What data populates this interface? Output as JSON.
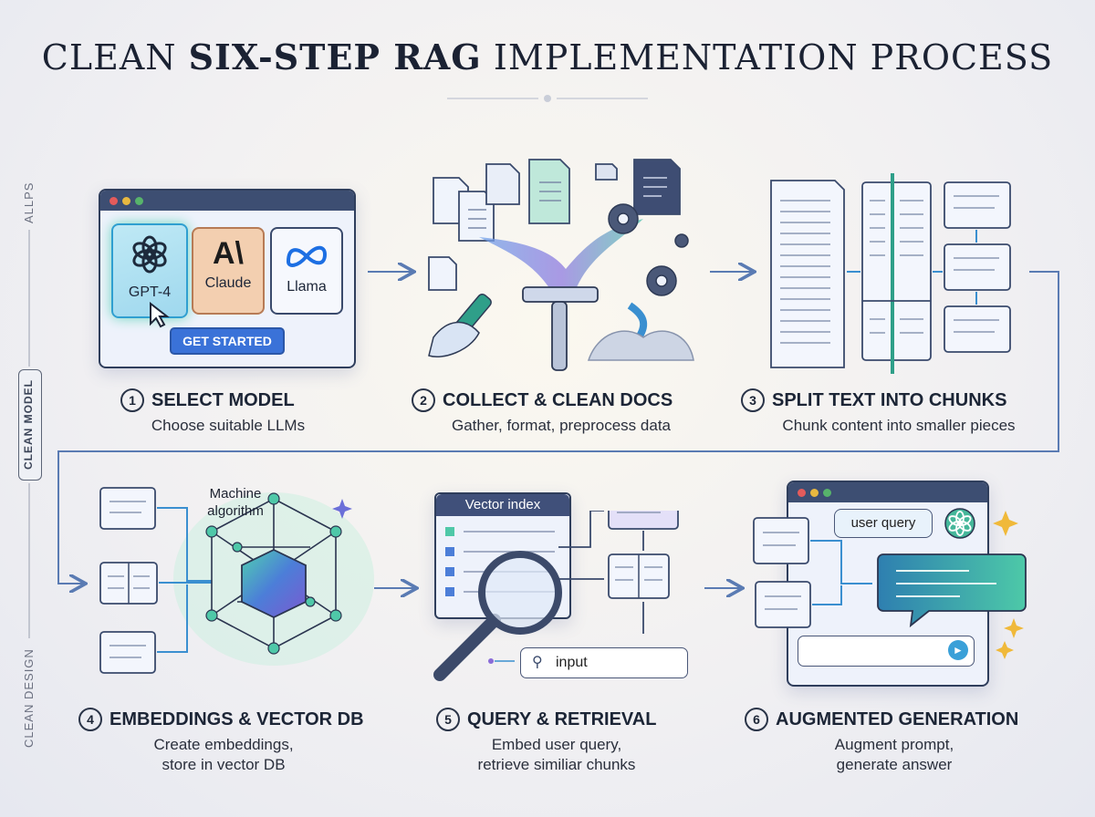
{
  "title": {
    "pre": "CLEAN ",
    "bold": "SIX-STEP RAG",
    "post": " IMPLEMENTATION PROCESS"
  },
  "side_labels": {
    "top": "ALLPS",
    "middle": "CLEAN MODEL",
    "bottom": "CLEAN DESIGN"
  },
  "steps": [
    {
      "num": "1",
      "title": "SELECT MODEL",
      "desc": [
        "Choose suitable LLMs"
      ]
    },
    {
      "num": "2",
      "title": "COLLECT & CLEAN DOCS",
      "desc": [
        "Gather, format, preprocess data"
      ]
    },
    {
      "num": "3",
      "title": "SPLIT TEXT INTO CHUNKS",
      "desc": [
        "Chunk content into smaller pieces"
      ]
    },
    {
      "num": "4",
      "title": "EMBEDDINGS & VECTOR DB",
      "desc": [
        "Create embeddings,",
        "store in vector DB"
      ]
    },
    {
      "num": "5",
      "title": "QUERY & RETRIEVAL",
      "desc": [
        "Embed user query,",
        "retrieve similiar chunks"
      ]
    },
    {
      "num": "6",
      "title": "AUGMENTED GENERATION",
      "desc": [
        "Augment prompt,",
        "generate answer"
      ]
    }
  ],
  "model_cards": [
    {
      "label": "GPT-4",
      "icon": "openai-logo-icon"
    },
    {
      "label": "Claude",
      "icon": "anthropic-logo-icon"
    },
    {
      "label": "Llama",
      "icon": "meta-logo-icon"
    }
  ],
  "get_started_label": "GET STARTED",
  "machine_algorithm_label": [
    "Machine",
    "algorithm"
  ],
  "vector_index_label": "Vector index",
  "input_placeholder": "input",
  "user_query_label": "user query",
  "colors": {
    "accent_blue": "#3a72d8",
    "window_bar": "#3d4e72",
    "teal": "#3bbf9a",
    "purple": "#8a6cd8",
    "arrow": "#5a7bb3"
  }
}
